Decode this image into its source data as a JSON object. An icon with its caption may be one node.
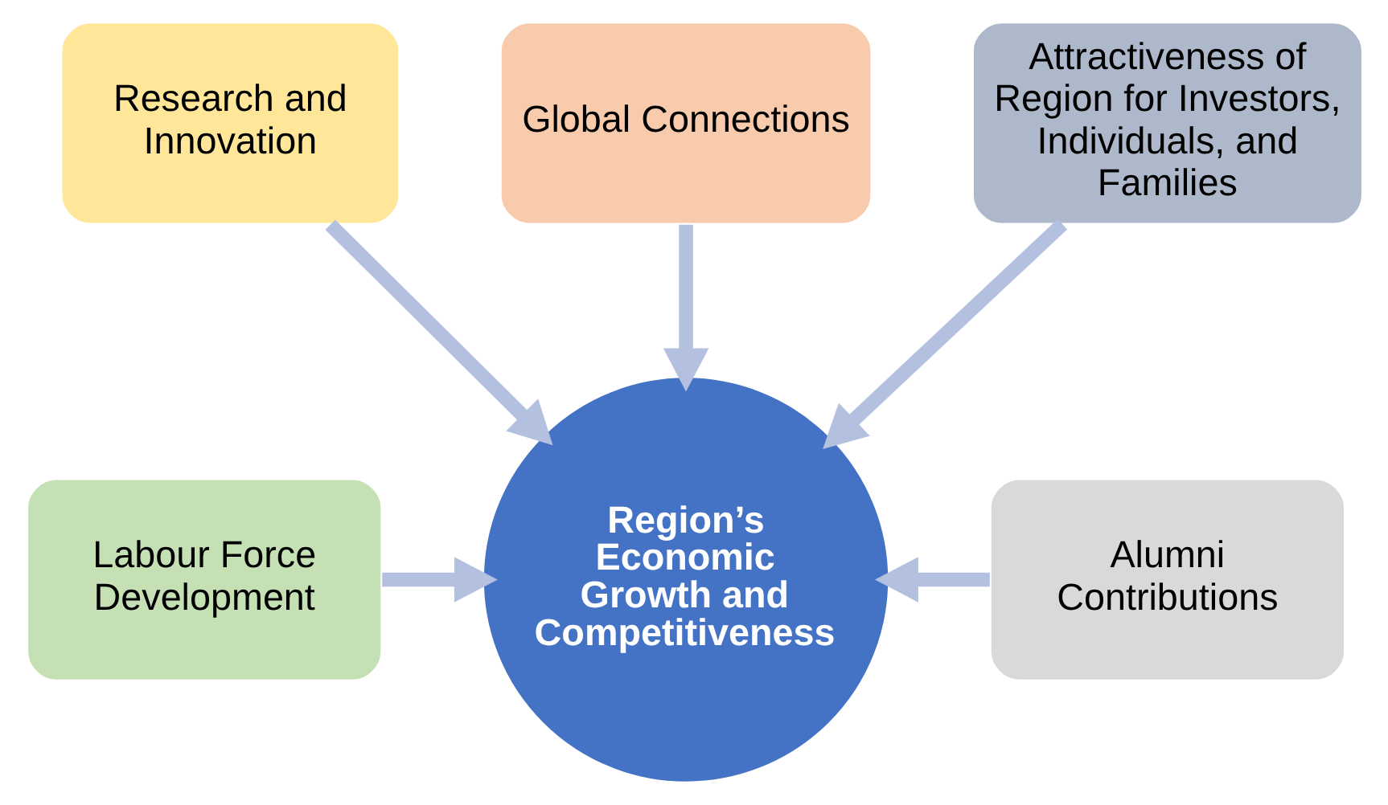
{
  "diagram": {
    "nodes": [
      {
        "text": [
          "Research and Innovation"
        ]
      },
      {
        "text": [
          "Global Connections"
        ]
      },
      {
        "text": [
          "Attractiveness of Region for Investors, Individuals, and Families"
        ]
      },
      {
        "text": [
          "Labour Force Development"
        ]
      },
      {
        "text": [
          "Region’s Economic Growth and Competitiveness"
        ]
      },
      {
        "text": [
          "Alumni Contributions"
        ]
      }
    ],
    "edges": [
      {
        "from": 0,
        "to": 4,
        "arrow": "to"
      },
      {
        "from": 1,
        "to": 4,
        "arrow": "to"
      },
      {
        "from": 2,
        "to": 4,
        "arrow": "to"
      },
      {
        "from": 3,
        "to": 4,
        "arrow": "to"
      },
      {
        "from": 5,
        "to": 4,
        "arrow": "to"
      }
    ]
  }
}
